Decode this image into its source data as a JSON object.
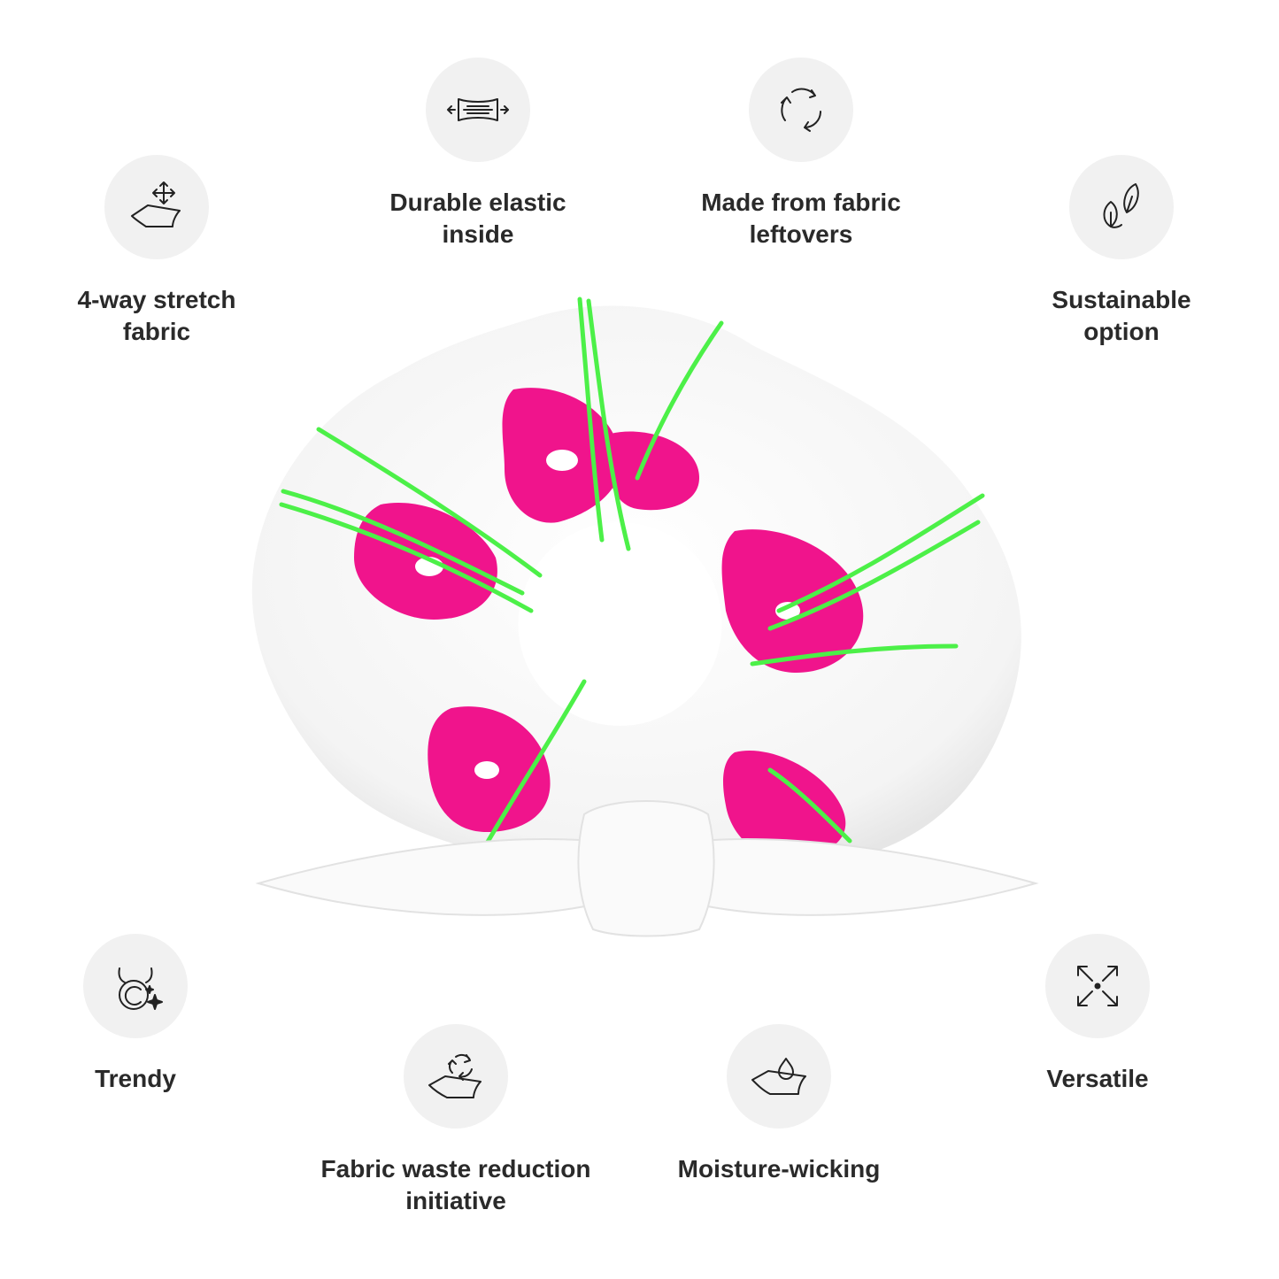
{
  "features": [
    {
      "id": "stretch",
      "label": "4-way stretch\nfabric",
      "icon": "stretch-fabric-icon"
    },
    {
      "id": "elastic",
      "label": "Durable elastic\ninside",
      "icon": "elastic-band-icon"
    },
    {
      "id": "leftovers",
      "label": "Made from fabric\nleftovers",
      "icon": "recycle-arrows-icon"
    },
    {
      "id": "sustainable",
      "label": "Sustainable\noption",
      "icon": "leaves-icon"
    },
    {
      "id": "trendy",
      "label": "Trendy",
      "icon": "trendy-sparkle-icon"
    },
    {
      "id": "waste",
      "label": "Fabric waste reduction\ninitiative",
      "icon": "fabric-recycle-icon"
    },
    {
      "id": "moisture",
      "label": "Moisture-wicking",
      "icon": "water-drop-fabric-icon"
    },
    {
      "id": "versatile",
      "label": "Versatile",
      "icon": "expand-arrows-icon"
    }
  ],
  "colors": {
    "icon_bg": "#f1f1f1",
    "label_text": "#2a2a2a",
    "print_pink": "#f0148c",
    "print_green": "#4cf048"
  }
}
